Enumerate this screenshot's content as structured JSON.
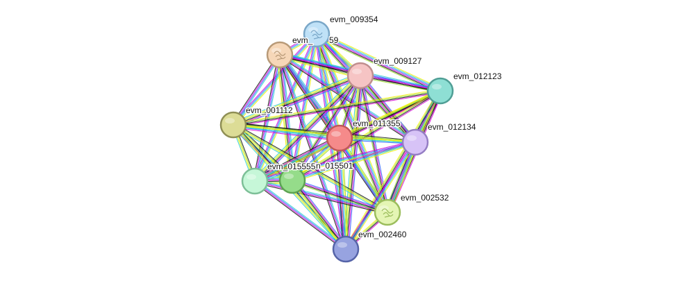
{
  "network": {
    "nodes": [
      {
        "id": "evm_009354",
        "label": "evm_009354",
        "color": "#bfe1f7",
        "border": "#7aa7c8",
        "icon": "protein-structure-icon"
      },
      {
        "id": "evm_xxx59",
        "label": "evm_",
        "color": "#f6d7b8",
        "border": "#b89a78",
        "icon": "protein-structure-icon"
      },
      {
        "id": "evm_xxx59b",
        "label": "59",
        "color": "#f6d7b8",
        "border": "#b89a78",
        "icon": ""
      },
      {
        "id": "evm_009127",
        "label": "evm_009127",
        "color": "#f6c4c4",
        "border": "#c08e8e",
        "icon": ""
      },
      {
        "id": "evm_012123",
        "label": "evm_012123",
        "color": "#8edfd4",
        "border": "#4f9e95",
        "icon": ""
      },
      {
        "id": "evm_001112",
        "label": "evm_001112",
        "color": "#dcdc96",
        "border": "#8f8f55",
        "icon": ""
      },
      {
        "id": "evm_011355",
        "label": "evm_011355",
        "color": "#f58a8a",
        "border": "#c05858",
        "icon": ""
      },
      {
        "id": "evm_012134",
        "label": "evm_012134",
        "color": "#d7c3f7",
        "border": "#957ec4",
        "icon": ""
      },
      {
        "id": "evm_015555",
        "label": "evm_015555",
        "color": "#c6f7d8",
        "border": "#7dbf97",
        "icon": ""
      },
      {
        "id": "evm_015501",
        "label": "n_015501",
        "color": "#95dc8a",
        "border": "#5da352",
        "icon": ""
      },
      {
        "id": "evm_002532",
        "label": "evm_002532",
        "color": "#e4f5b4",
        "border": "#9bbd5c",
        "icon": "protein-structure-icon"
      },
      {
        "id": "evm_002460",
        "label": "evm_002460",
        "color": "#97a3e0",
        "border": "#5664a8",
        "icon": ""
      }
    ],
    "edge_colors": [
      "#f0f000",
      "#2ecfcf",
      "#3366ff",
      "#d400d4",
      "#111111",
      "#9bdc2a"
    ]
  }
}
